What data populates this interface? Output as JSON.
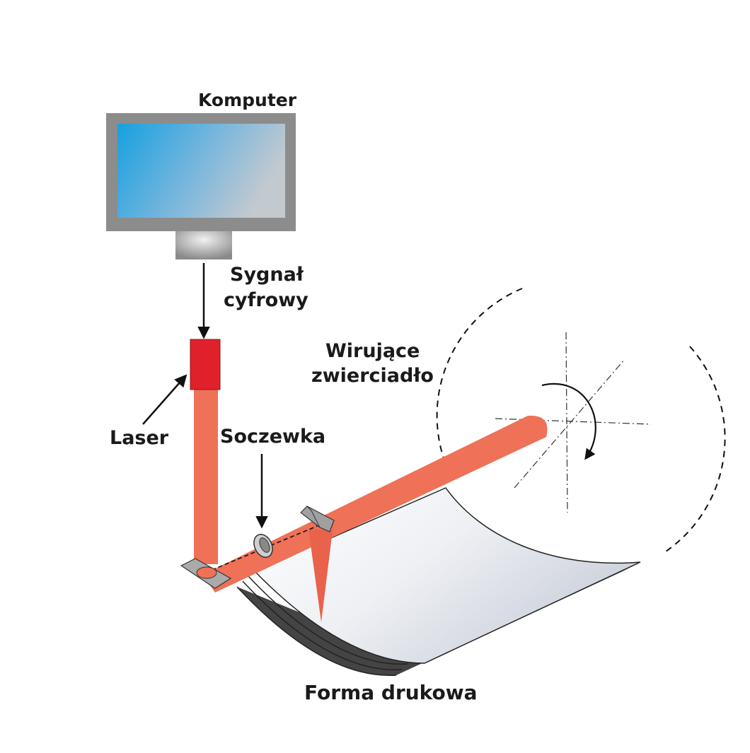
{
  "labels": {
    "computer": "Komputer",
    "signal_line1": "Sygnał",
    "signal_line2": "cyfrowy",
    "mirror_line1": "Wirujące",
    "mirror_line2": "zwierciadło",
    "laser": "Laser",
    "lens": "Soczewka",
    "plate": "Forma drukowa"
  },
  "colors": {
    "screen_a": "#1aa3e0",
    "screen_b": "#b9c8d2",
    "frame": "#8c8c8c",
    "laser_body": "#e0202a",
    "beam": "#ee7158",
    "plate_a": "#ffffff",
    "plate_b": "#c7ccd6"
  }
}
